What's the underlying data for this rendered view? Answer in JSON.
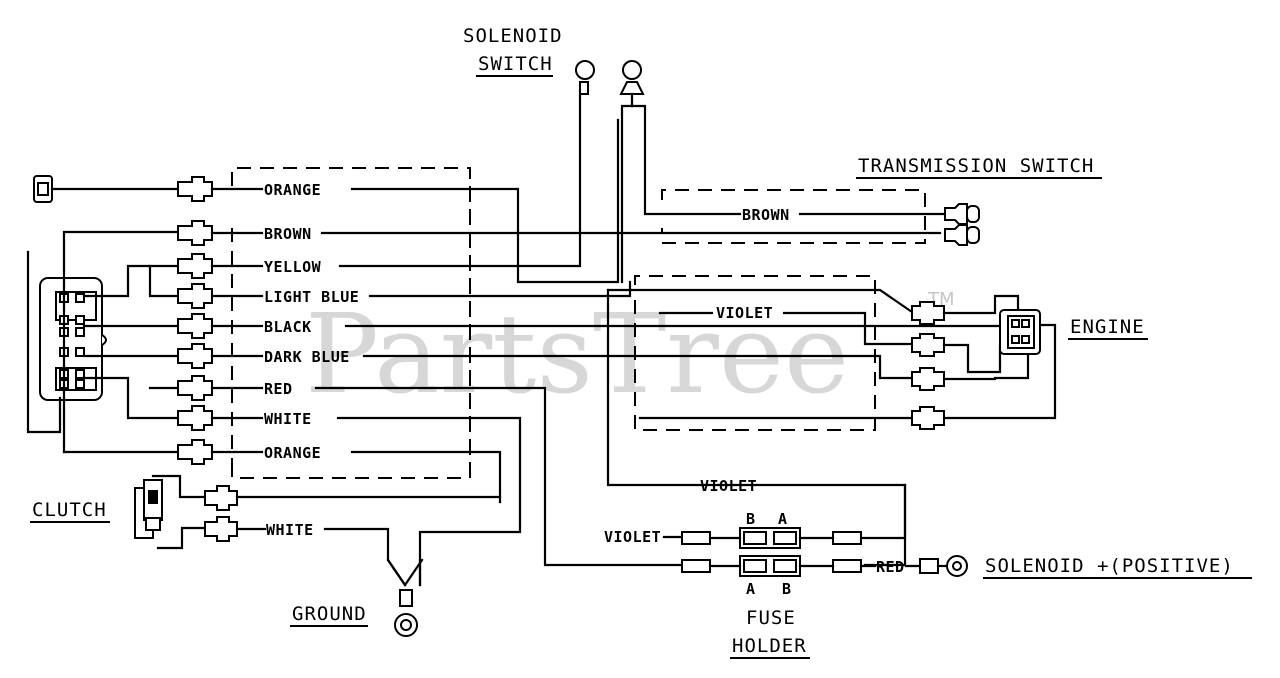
{
  "title_labels": {
    "solenoid_switch": [
      "SOLENOID",
      "SWITCH"
    ],
    "transmission_switch": "TRANSMISSION SWITCH",
    "engine": "ENGINE",
    "clutch": "CLUTCH",
    "ground": "GROUND",
    "fuse_holder": [
      "FUSE",
      "HOLDER"
    ],
    "solenoid_positive": "SOLENOID +(POSITIVE)"
  },
  "wires": {
    "orange_top": "ORANGE",
    "brown": "BROWN",
    "yellow": "YELLOW",
    "light_blue": "LIGHT BLUE",
    "black": "BLACK",
    "dark_blue": "DARK BLUE",
    "red": "RED",
    "white": "WHITE",
    "orange_bottom": "ORANGE",
    "clutch_white": "WHITE",
    "trans_brown": "BROWN",
    "violet_engine": "VIOLET",
    "violet_fuse_top": "VIOLET",
    "violet_fuse_left": "VIOLET",
    "red_fuse": "RED"
  },
  "fuse_letters": {
    "top_b": "B",
    "top_a": "A",
    "bot_a": "A",
    "bot_b": "B"
  },
  "watermark": {
    "text": "PartsTree",
    "tm": "TM"
  }
}
